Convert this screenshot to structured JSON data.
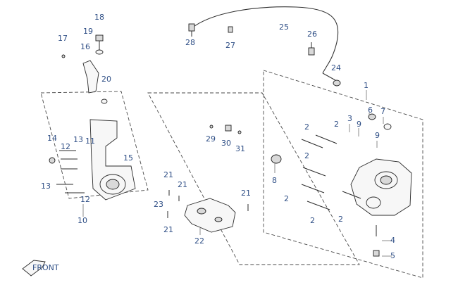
{
  "diagram": {
    "callouts": [
      "1",
      "2",
      "3",
      "4",
      "5",
      "6",
      "7",
      "8",
      "9",
      "10",
      "11",
      "12",
      "13",
      "14",
      "15",
      "16",
      "17",
      "18",
      "19",
      "20",
      "21",
      "22",
      "23",
      "24",
      "25",
      "26",
      "27",
      "28",
      "29",
      "30",
      "31"
    ],
    "direction_arrow_label": "FRONT"
  }
}
